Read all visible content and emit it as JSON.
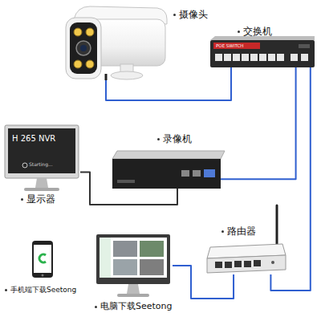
{
  "diagram": {
    "nodes": [
      {
        "text": [
          "摄像头"
        ]
      },
      {
        "text": [
          "交换机",
          "POE SWITCH"
        ]
      },
      {
        "text": [
          "录像机"
        ]
      },
      {
        "text": [
          "显示器",
          "H 265 NVR",
          "Starting..."
        ]
      },
      {
        "text": [
          "路由器"
        ]
      },
      {
        "text": [
          "手机端下载Seetong"
        ]
      },
      {
        "text": [
          "电脑下载Seetong"
        ]
      }
    ],
    "edges": [
      {
        "from": 0,
        "to": 1,
        "arrow": "none"
      },
      {
        "from": 1,
        "to": 2,
        "arrow": "none"
      },
      {
        "from": 1,
        "to": 4,
        "arrow": "none"
      },
      {
        "from": 3,
        "to": 2,
        "arrow": "none"
      },
      {
        "from": 6,
        "to": 4,
        "arrow": "none"
      }
    ]
  }
}
